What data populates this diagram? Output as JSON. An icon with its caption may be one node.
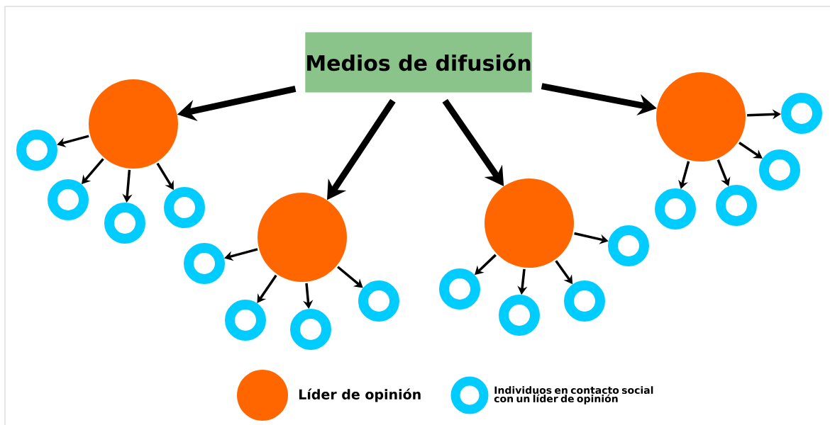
{
  "diagram": {
    "nodes": [
      {
        "text": [
          "Medios de difusión"
        ]
      },
      {
        "text": [],
        "shape": "circle"
      },
      {
        "text": [],
        "shape": "circle"
      },
      {
        "text": [],
        "shape": "circle"
      },
      {
        "text": [],
        "shape": "circle"
      },
      {
        "text": [],
        "shape": "ring"
      },
      {
        "text": [],
        "shape": "ring"
      },
      {
        "text": [],
        "shape": "ring"
      },
      {
        "text": [],
        "shape": "ring"
      },
      {
        "text": [],
        "shape": "ring"
      },
      {
        "text": [],
        "shape": "ring"
      },
      {
        "text": [],
        "shape": "ring"
      },
      {
        "text": [],
        "shape": "ring"
      },
      {
        "text": [],
        "shape": "ring"
      },
      {
        "text": [],
        "shape": "ring"
      },
      {
        "text": [],
        "shape": "ring"
      },
      {
        "text": [],
        "shape": "ring"
      },
      {
        "text": [],
        "shape": "ring"
      },
      {
        "text": [],
        "shape": "ring"
      },
      {
        "text": [],
        "shape": "ring"
      },
      {
        "text": [],
        "shape": "ring"
      }
    ],
    "edges": [
      {
        "from": 0,
        "to": 1,
        "arrow": "to",
        "style": "thick"
      },
      {
        "from": 0,
        "to": 2,
        "arrow": "to",
        "style": "thick"
      },
      {
        "from": 0,
        "to": 3,
        "arrow": "to",
        "style": "thick"
      },
      {
        "from": 0,
        "to": 4,
        "arrow": "to",
        "style": "thick"
      },
      {
        "from": 1,
        "to": 5,
        "arrow": "to"
      },
      {
        "from": 1,
        "to": 6,
        "arrow": "to"
      },
      {
        "from": 1,
        "to": 7,
        "arrow": "to"
      },
      {
        "from": 1,
        "to": 8,
        "arrow": "to"
      },
      {
        "from": 2,
        "to": 9,
        "arrow": "to"
      },
      {
        "from": 2,
        "to": 10,
        "arrow": "to"
      },
      {
        "from": 2,
        "to": 11,
        "arrow": "to"
      },
      {
        "from": 2,
        "to": 12,
        "arrow": "to"
      },
      {
        "from": 3,
        "to": 13,
        "arrow": "to"
      },
      {
        "from": 3,
        "to": 14,
        "arrow": "to"
      },
      {
        "from": 3,
        "to": 15,
        "arrow": "to"
      },
      {
        "from": 3,
        "to": 16,
        "arrow": "to"
      },
      {
        "from": 4,
        "to": 17,
        "arrow": "to"
      },
      {
        "from": 4,
        "to": 18,
        "arrow": "to"
      },
      {
        "from": 4,
        "to": 19,
        "arrow": "to"
      },
      {
        "from": 4,
        "to": 20,
        "arrow": "to"
      }
    ],
    "legend": [
      {
        "text": "Líder de opinión",
        "color": "#ff6600"
      },
      {
        "text": "Individuos en contacto social con un líder de opinión"
      }
    ]
  }
}
